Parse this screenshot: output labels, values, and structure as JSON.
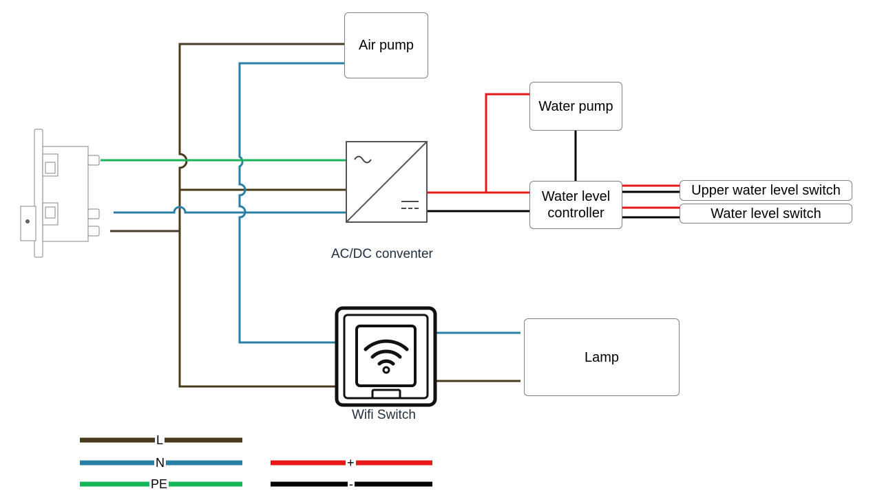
{
  "components": {
    "air_pump": "Air pump",
    "water_pump": "Water pump",
    "water_level_controller": "Water level controller",
    "upper_switch": "Upper water level switch",
    "level_switch": "Water level switch",
    "lamp": "Lamp",
    "converter_label": "AC/DC conventer",
    "wifi_label": "Wifi Switch"
  },
  "legend": {
    "L": "L",
    "N": "N",
    "PE": "PE",
    "plus": "+",
    "minus": "-"
  },
  "colors": {
    "L": "#4a3b1e",
    "N": "#2a7fa5",
    "PE": "#19b35a",
    "plus": "#e81818",
    "minus": "#000000"
  }
}
